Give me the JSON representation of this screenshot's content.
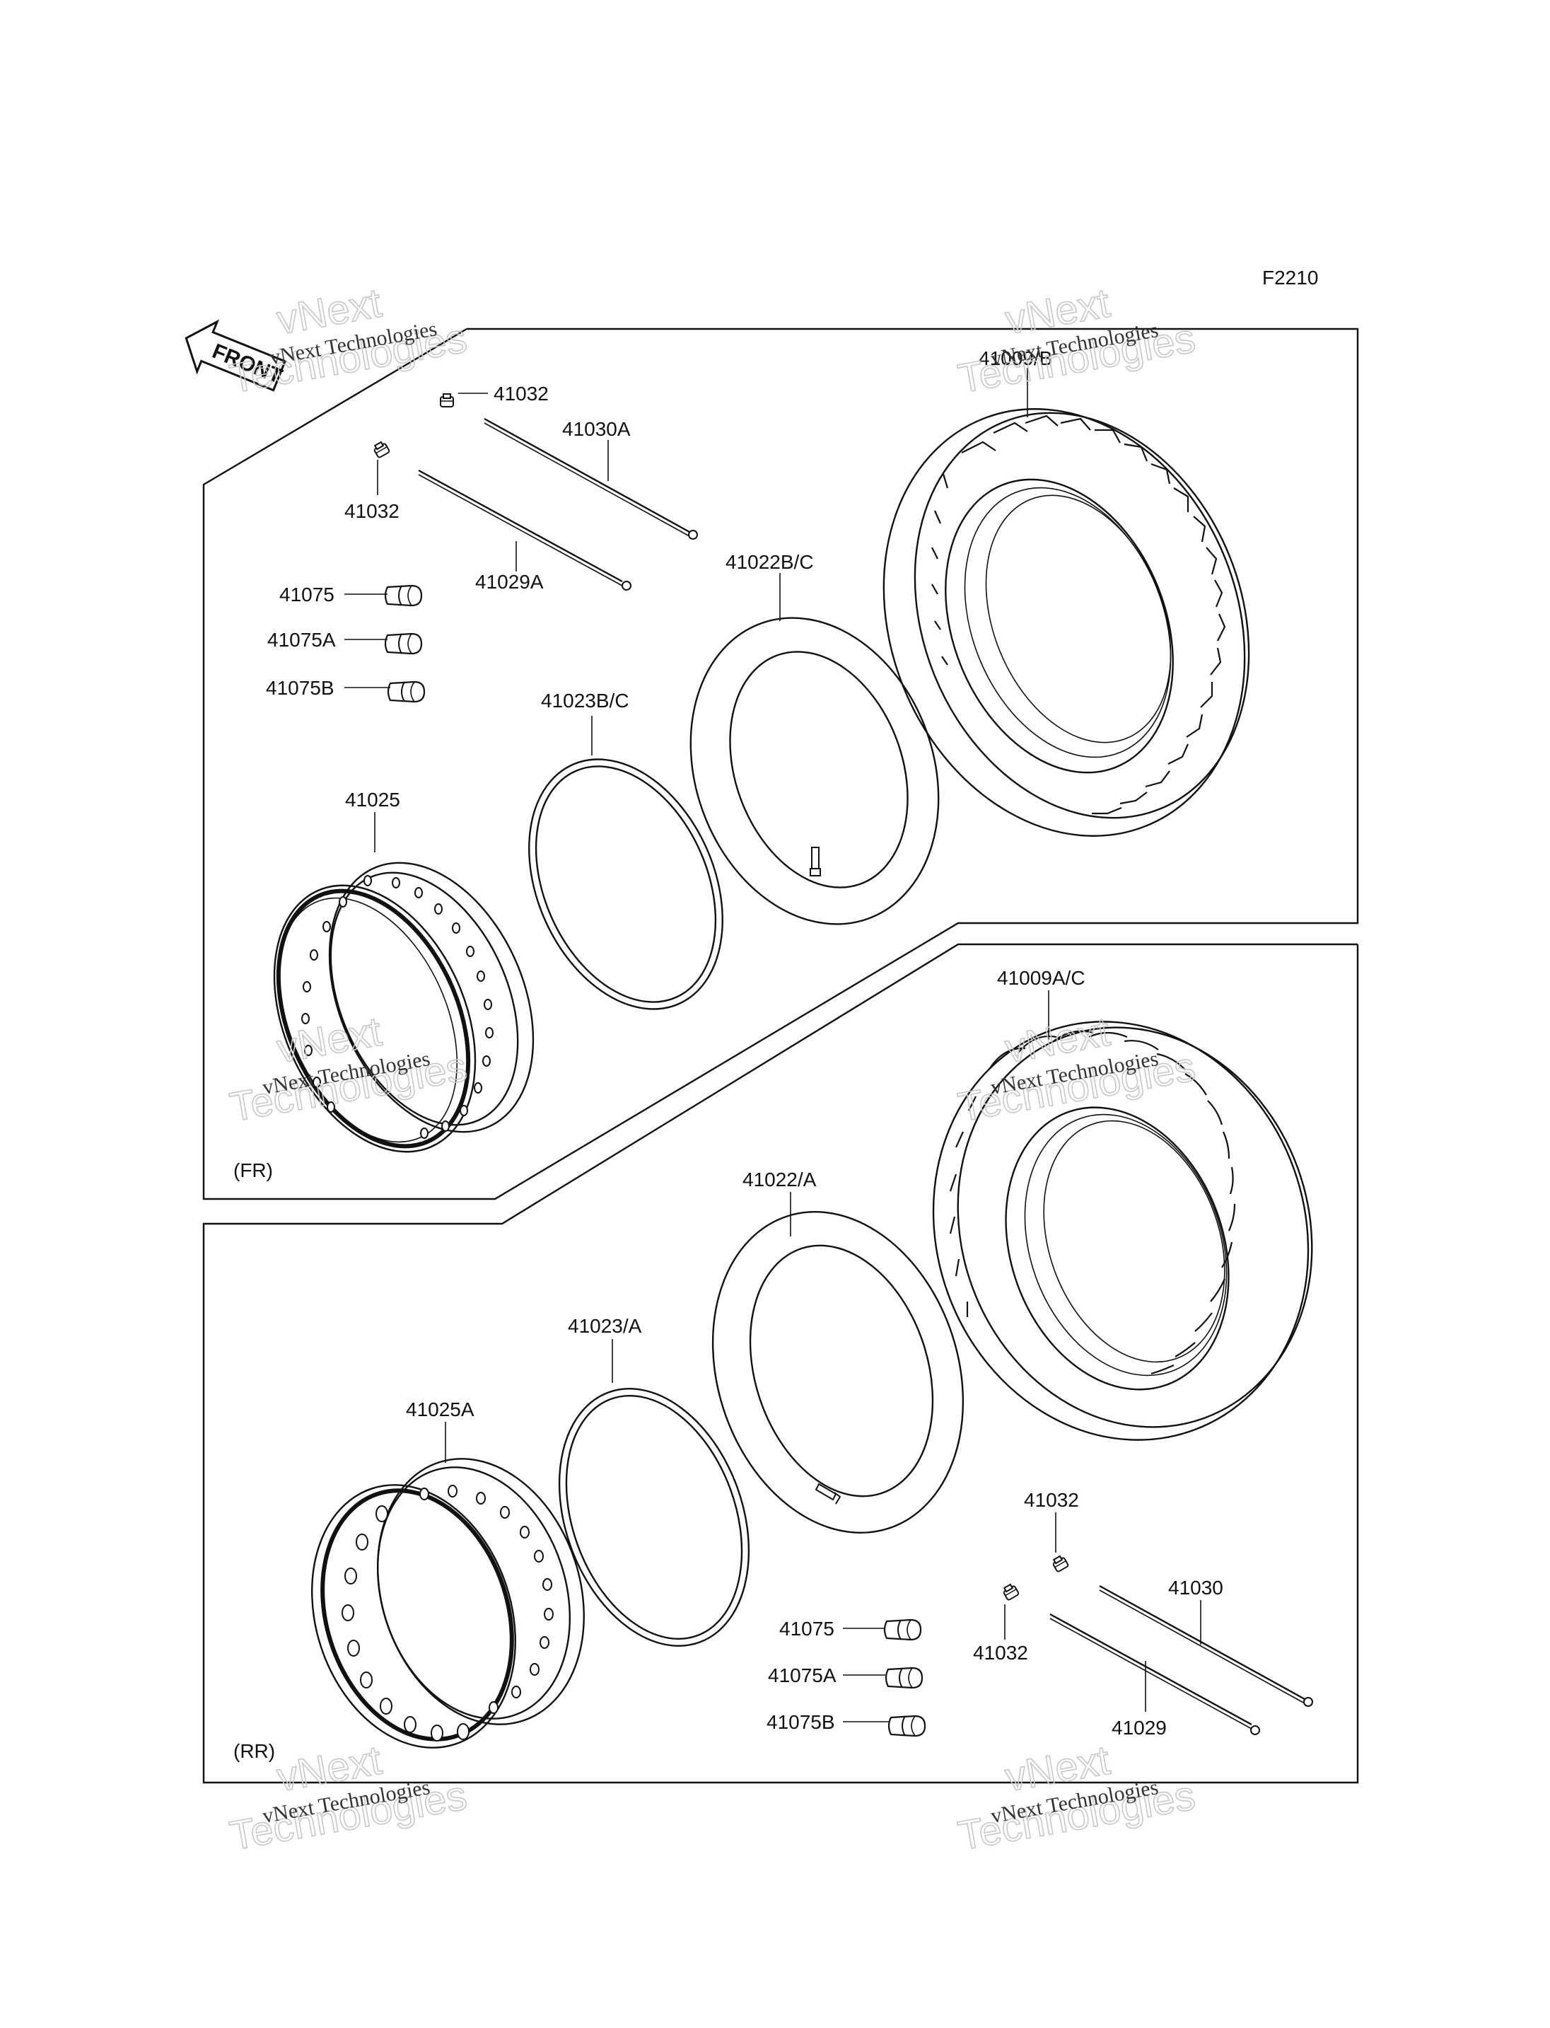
{
  "figure_code": "F2210",
  "front_label": "FRONT",
  "sections": {
    "front": "(FR)",
    "rear": "(RR)"
  },
  "watermark": {
    "line1": "vNext",
    "line2": "Technologies",
    "small": "vNext Technologies"
  },
  "parts": {
    "front_tire": "41009/B",
    "front_tube": "41022B/C",
    "front_rim_band": "41023B/C",
    "front_rim": "41025",
    "front_spoke_a": "41030A",
    "front_spoke_b": "41029A",
    "front_nipple_top": "41032",
    "front_nipple_left": "41032",
    "front_weight": "41075",
    "front_weight_a": "41075A",
    "front_weight_b": "41075B",
    "rear_tire": "41009A/C",
    "rear_tube": "41022/A",
    "rear_rim_band": "41023/A",
    "rear_rim": "41025A",
    "rear_spoke_a": "41030",
    "rear_spoke_b": "41029",
    "rear_nipple_top": "41032",
    "rear_nipple_left": "41032",
    "rear_weight": "41075",
    "rear_weight_a": "41075A",
    "rear_weight_b": "41075B"
  }
}
